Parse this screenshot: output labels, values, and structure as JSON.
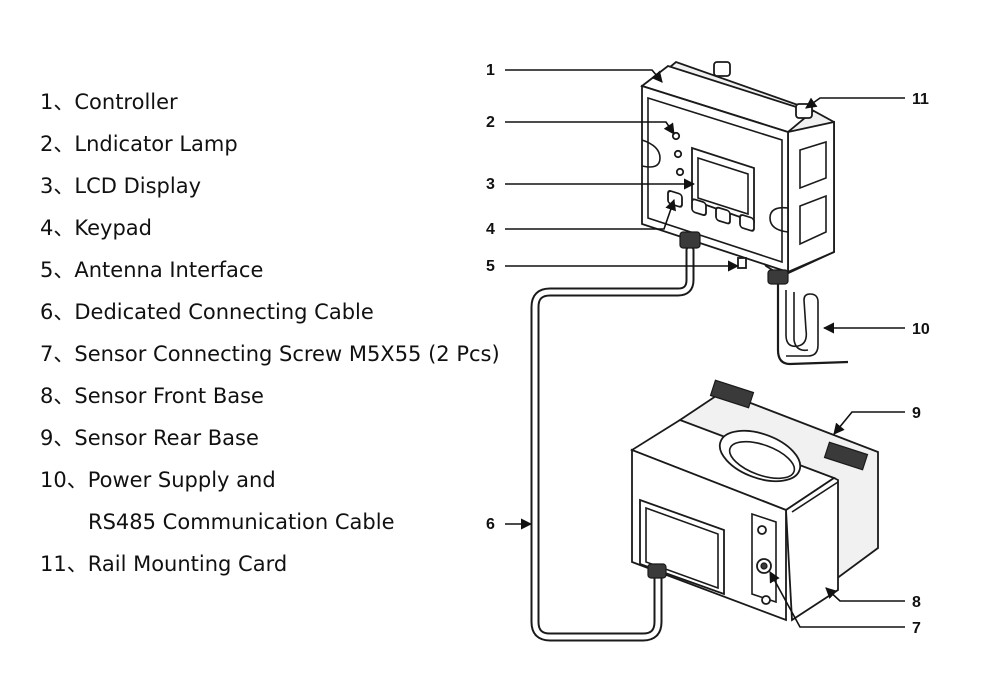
{
  "legend": [
    {
      "num": "1",
      "sep": "、",
      "label": "Controller"
    },
    {
      "num": "2",
      "sep": "、",
      "label": "Lndicator Lamp"
    },
    {
      "num": "3",
      "sep": "、",
      "label": "LCD Display"
    },
    {
      "num": "4",
      "sep": "、",
      "label": "Keypad"
    },
    {
      "num": "5",
      "sep": "、",
      "label": "Antenna Interface"
    },
    {
      "num": "6",
      "sep": "、",
      "label": "Dedicated Connecting Cable"
    },
    {
      "num": "7",
      "sep": "、",
      "label": "Sensor Connecting Screw M5X55 (2 Pcs)"
    },
    {
      "num": "8",
      "sep": "、",
      "label": "Sensor Front Base"
    },
    {
      "num": "9",
      "sep": "、",
      "label": "Sensor Rear Base"
    },
    {
      "num": "10",
      "sep": "、",
      "label": "Power Supply and",
      "label2": "RS485 Communication Cable"
    },
    {
      "num": "11",
      "sep": "、",
      "label": "Rail Mounting Card"
    }
  ],
  "callouts": {
    "c1": "1",
    "c2": "2",
    "c3": "3",
    "c4": "4",
    "c5": "5",
    "c6": "6",
    "c7": "7",
    "c8": "8",
    "c9": "9",
    "c10": "10",
    "c11": "11"
  }
}
